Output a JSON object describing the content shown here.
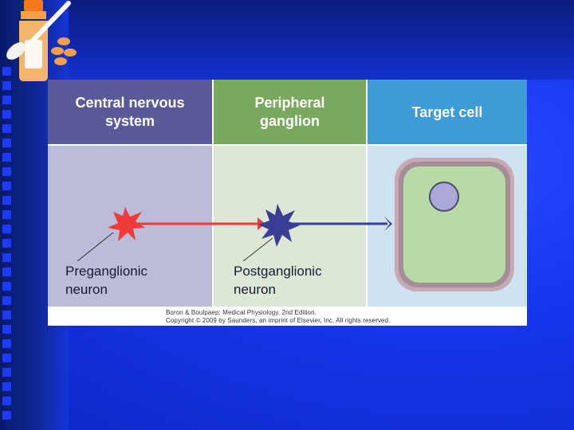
{
  "slide": {
    "background_color": "#1637ee",
    "bullet_color": "#1f3cff",
    "logo_icon": "medicine-bottle-spoon-pills-icon"
  },
  "diagram": {
    "columns": [
      {
        "header": "Central nervous\nsystem",
        "header_color": "#5a5a9a",
        "body_color": "#bdbcd8"
      },
      {
        "header": "Peripheral\nganglion",
        "header_color": "#7aa85e",
        "body_color": "#dce8d5"
      },
      {
        "header": "Target cell",
        "header_color": "#3e9bd8",
        "body_color": "#cfe2f2"
      }
    ],
    "labels": {
      "preganglionic": "Preganglionic\nneuron",
      "postganglionic": "Postganglionic\nneuron"
    },
    "credit": "Boron & Boulpaep: Medical Physiology, 2nd Edition.\nCopyright © 2009 by Saunders, an imprint of Elsevier, Inc. All rights reserved.",
    "colors": {
      "preganglionic_neuron": "#ef3a3a",
      "postganglionic_neuron": "#3a3f96",
      "cell_membrane": "#b99aa5",
      "cytoplasm": "#b7dba7",
      "nucleus": "#a9a8d6"
    }
  }
}
